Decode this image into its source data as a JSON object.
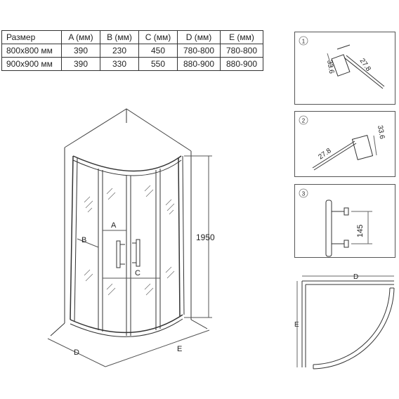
{
  "table": {
    "headers": [
      "Размер",
      "A (мм)",
      "B (мм)",
      "C (мм)",
      "D (мм)",
      "E (мм)"
    ],
    "rows": [
      [
        "800x800 мм",
        "390",
        "230",
        "450",
        "780-800",
        "780-800"
      ],
      [
        "900x900 мм",
        "390",
        "330",
        "550",
        "880-900",
        "880-900"
      ]
    ]
  },
  "main_drawing": {
    "height_label": "1950",
    "labels": {
      "a": "A",
      "b": "B",
      "c": "C",
      "d": "D",
      "e": "E"
    }
  },
  "details": {
    "detail1": {
      "number": "1",
      "dim1": "33.6",
      "dim2": "27.8"
    },
    "detail2": {
      "number": "2",
      "dim1": "27.8",
      "dim2": "33.6"
    },
    "detail3": {
      "number": "3",
      "dim": "145"
    }
  },
  "plan_view": {
    "d_label": "D",
    "e_label": "E"
  }
}
